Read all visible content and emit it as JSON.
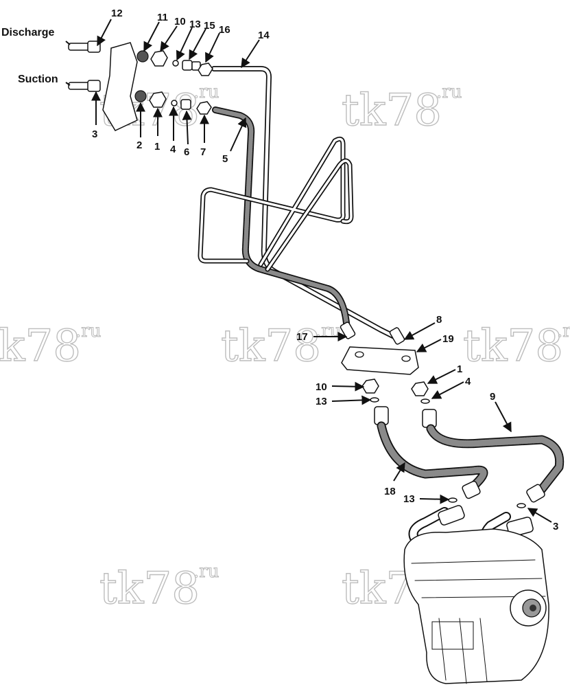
{
  "labels": {
    "discharge": "Discharge",
    "suction": "Suction"
  },
  "watermark": {
    "main": "tk78",
    "suffix": ".ru"
  },
  "callouts": [
    "12",
    "11",
    "10",
    "13",
    "15",
    "16",
    "14",
    "3",
    "2",
    "1",
    "4",
    "6",
    "7",
    "5",
    "8",
    "17",
    "19",
    "10",
    "1",
    "13",
    "4",
    "9",
    "18",
    "13",
    "3"
  ],
  "colors": {
    "ink": "#111111",
    "watermark": "#bdbdbd",
    "hose": "#8a8a8a"
  }
}
